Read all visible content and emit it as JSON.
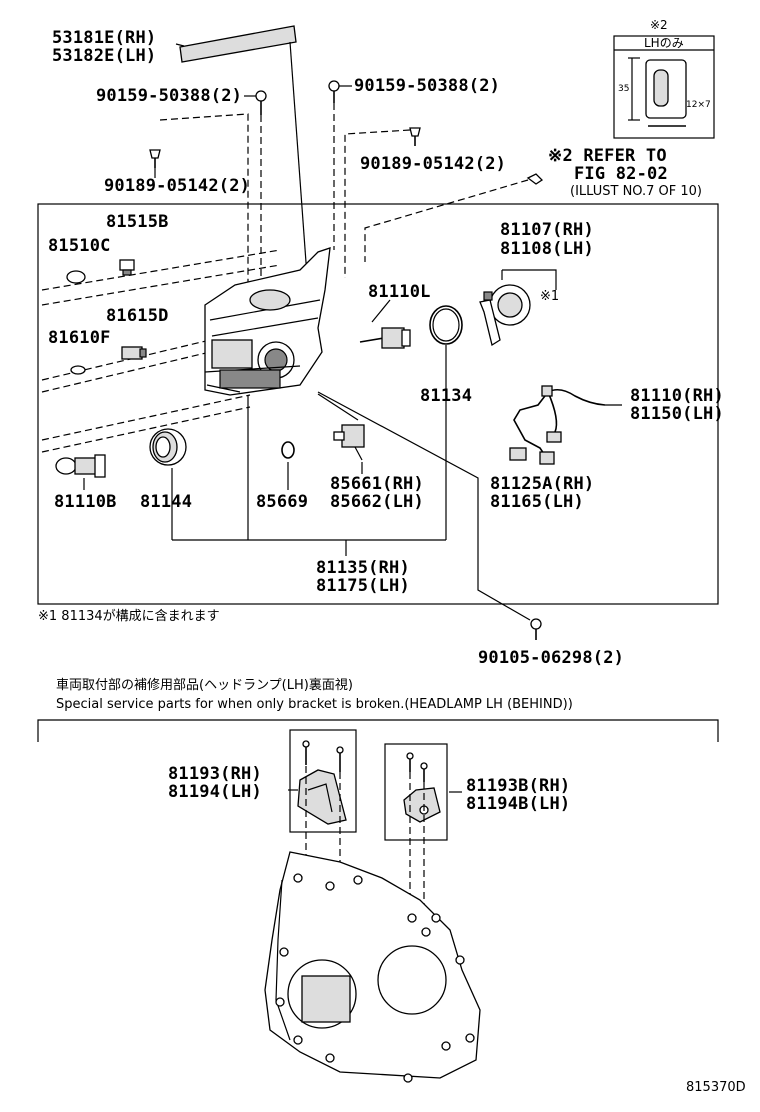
{
  "labels": {
    "p53181e": "53181E(RH)",
    "p53182e": "53182E(LH)",
    "p90159_left": "90159-50388(2)",
    "p90159_right": "90159-50388(2)",
    "p90189_left": "90189-05142(2)",
    "p90189_right": "90189-05142(2)",
    "refer_line1": "※2 REFER TO",
    "refer_line2": "FIG 82-02",
    "refer_line3": "(ILLUST NO.7 OF 10)",
    "p81515b": "81515B",
    "p81510c": "81510C",
    "p81615d": "81615D",
    "p81610f": "81610F",
    "p81110l": "81110L",
    "p81107": "81107(RH)",
    "p81108": "81108(LH)",
    "mark1": "※1",
    "p81134": "81134",
    "p81110": "81110(RH)",
    "p81150": "81150(LH)",
    "p81110b": "81110B",
    "p81144": "81144",
    "p85669": "85669",
    "p85661": "85661(RH)",
    "p85662": "85662(LH)",
    "p81125a": "81125A(RH)",
    "p81165": "81165(LH)",
    "p81135": "81135(RH)",
    "p81175": "81175(LH)",
    "p90105": "90105-06298(2)",
    "p81193": "81193(RH)",
    "p81194": "81194(LH)",
    "p81193b": "81193B(RH)",
    "p81194b": "81194B(LH)"
  },
  "notes": {
    "footnote1": "※1  81134が構成に含まれます",
    "bracket_jp": "車両取付部の補修用部品(ヘッドランプ(LH)裏面視)",
    "bracket_en": "Special service parts for when only bracket is broken.(HEADLAMP LH (BEHIND))",
    "inset_mark": "※2",
    "inset_title": "LHのみ",
    "inset_dim_left": "35",
    "inset_dim_right": "12×7",
    "figure_code": "815370D"
  }
}
